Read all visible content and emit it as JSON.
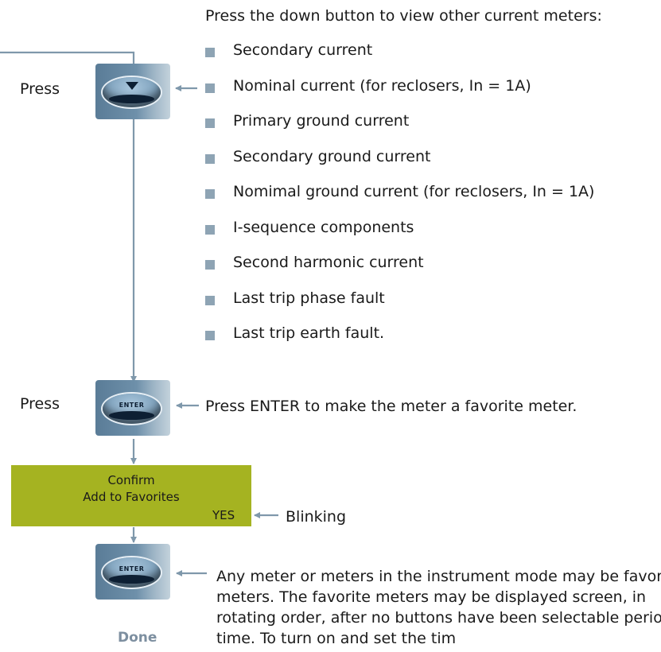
{
  "header": {
    "text": "Press the down button to view other current meters:"
  },
  "meter_list": [
    "Secondary current",
    "Nominal current (for reclosers, In = 1A)",
    "Primary ground current",
    "Secondary ground current",
    "Nomimal ground current (for reclosers, In = 1A)",
    "I-sequence components",
    "Second harmonic current",
    "Last trip phase fault",
    "Last trip earth fault."
  ],
  "steps": {
    "press_1": "Press",
    "press_2": "Press",
    "enter_label": "ENTER",
    "enter_note": "Press ENTER to make the meter a favorite meter.",
    "confirm_line1": "Confirm",
    "confirm_line2": "Add to Favorites",
    "yes": "YES",
    "blinking": "Blinking",
    "done": "Done",
    "description": "Any meter or meters in the instrument mode may be favorite meters. The favorite meters may be displayed screen, in rotating order, after no buttons have been selectable period of time. To turn on and set the tim"
  },
  "colors": {
    "connector": "#7f98ab",
    "confirm_box": "#a5b321",
    "bullet": "#8ea4b4",
    "done_text": "#7d8fa0"
  },
  "icons": {
    "down_button": "down-arrow-button-icon",
    "enter_button": "enter-button-icon"
  }
}
